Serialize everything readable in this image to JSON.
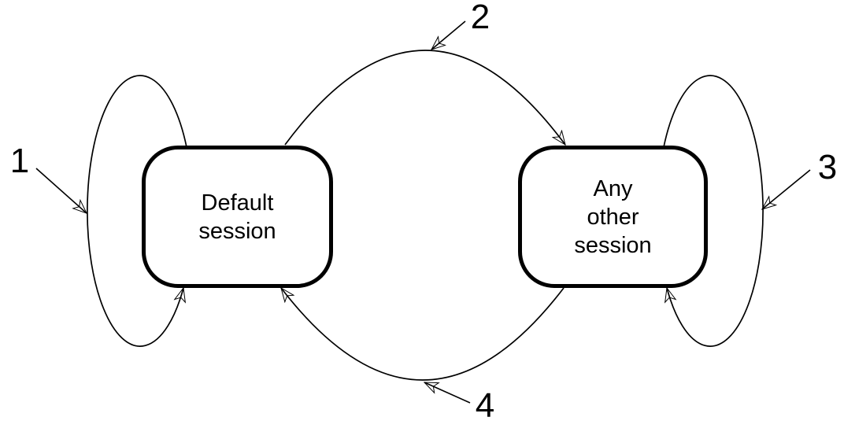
{
  "figure": {
    "type": "state-transition-diagram",
    "background_color": "#ffffff",
    "line_color": "#000000",
    "text_color": "#000000"
  },
  "states": [
    {
      "id": "default-session",
      "lines": [
        "Default",
        "session"
      ]
    },
    {
      "id": "any-other-session",
      "lines": [
        "Any",
        "other",
        "session"
      ]
    }
  ],
  "transitions": [
    {
      "label": "1",
      "from": "default-session",
      "to": "default-session",
      "shape": "self-loop-left"
    },
    {
      "label": "2",
      "from": "default-session",
      "to": "any-other-session",
      "shape": "top-arc"
    },
    {
      "label": "3",
      "from": "any-other-session",
      "to": "any-other-session",
      "shape": "self-loop-right"
    },
    {
      "label": "4",
      "from": "any-other-session",
      "to": "default-session",
      "shape": "bottom-arc"
    }
  ]
}
